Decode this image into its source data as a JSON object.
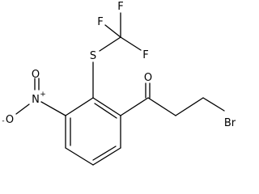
{
  "molecule": {
    "atoms": {
      "F_top": "F",
      "F_left": "F",
      "F_right": "F",
      "S": "S",
      "O_ketone": "O",
      "O_nitro_top": "O",
      "N_nitro": "N",
      "N_charge": "+",
      "O_nitro_left": "O",
      "O_charge": "-",
      "Br": "Br"
    }
  }
}
